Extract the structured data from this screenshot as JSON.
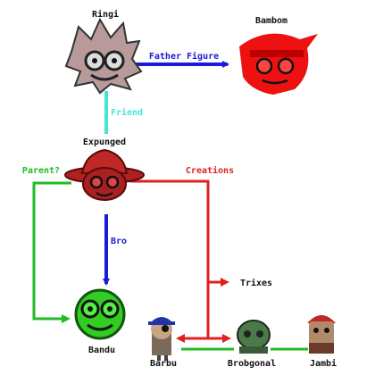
{
  "colors": {
    "blue": "#1a1adb",
    "cyan": "#44e6d4",
    "green": "#22bb22",
    "red": "#e02020",
    "black": "#111111",
    "ringi_face": "#b89a9a",
    "bambom_face": "#ee1111",
    "expunged_face": "#a82020",
    "bandu_face": "#33cc22",
    "brobgonal_face": "#4a7a4a",
    "jambi_face": "#b08a6a",
    "barbu_face": "#7a6a5a"
  },
  "nodes": {
    "ringi": "Ringi",
    "bambom": "Bambom",
    "expunged": "Expunged",
    "bandu": "Bandu",
    "barbu": "Barbu",
    "brobgonal": "Brobgonal",
    "jambi": "Jambi",
    "trixes": "Trixes"
  },
  "edges": {
    "father_figure": "Father Figure",
    "friend": "Friend",
    "parent": "Parent?",
    "creations": "Creations",
    "bro": "Bro"
  }
}
